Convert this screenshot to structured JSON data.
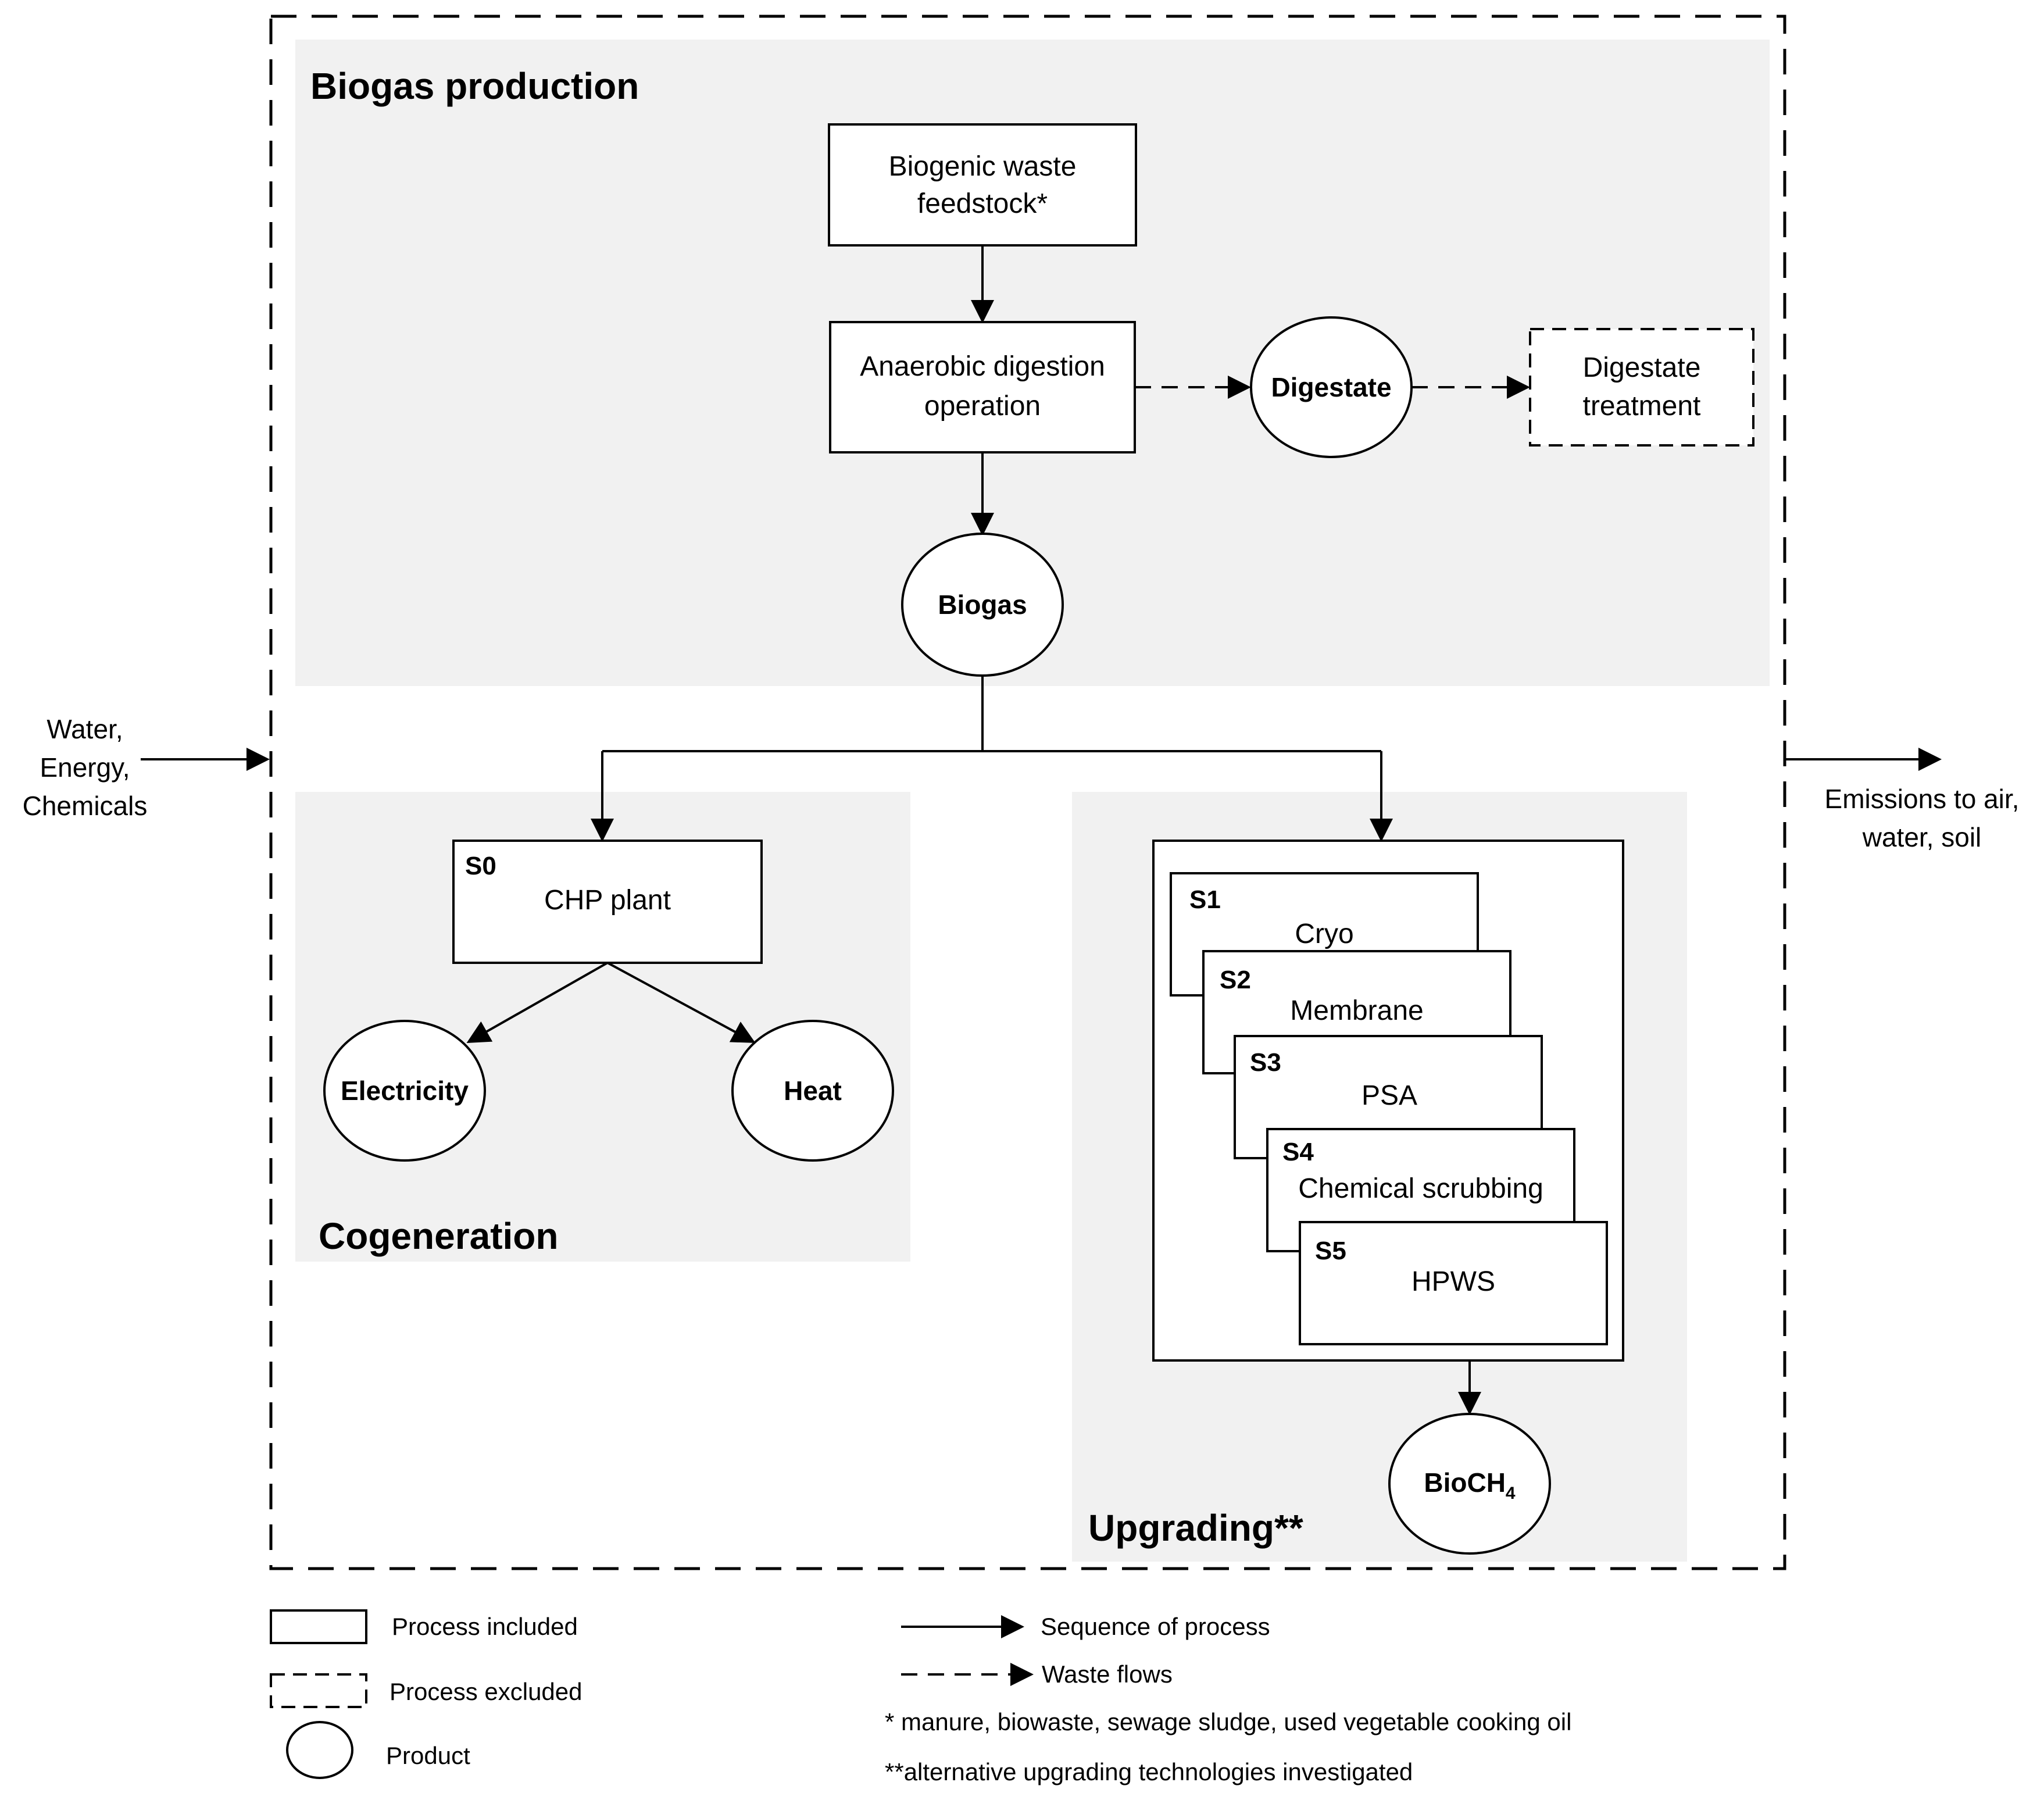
{
  "regions": {
    "biogas_production": "Biogas production",
    "cogeneration": "Cogeneration",
    "upgrading": "Upgrading**"
  },
  "nodes": {
    "feedstock": [
      "Biogenic waste",
      "feedstock*"
    ],
    "digestion": [
      "Anaerobic digestion",
      "operation"
    ],
    "digestate": "Digestate",
    "digestate_treatment": [
      "Digestate",
      "treatment"
    ],
    "biogas": "Biogas",
    "chp_id": "S0",
    "chp": "CHP plant",
    "electricity": "Electricity",
    "heat": "Heat",
    "biomethane": "BioCH",
    "biomethane_subscript": "4"
  },
  "scenarios": [
    {
      "id": "S1",
      "label": "Cryo"
    },
    {
      "id": "S2",
      "label": "Membrane"
    },
    {
      "id": "S3",
      "label": "PSA"
    },
    {
      "id": "S4",
      "label": "Chemical scrubbing"
    },
    {
      "id": "S5",
      "label": "HPWS"
    }
  ],
  "inputs": [
    "Water,",
    "Energy,",
    "Chemicals"
  ],
  "outputs": [
    "Emissions to air,",
    "water, soil"
  ],
  "legend": {
    "process_included": "Process included",
    "process_excluded": "Process excluded",
    "product": "Product",
    "sequence": "Sequence of process",
    "waste_flows": "Waste flows",
    "note1": "* manure, biowaste, sewage sludge, used vegetable cooking oil",
    "note2": "**alternative upgrading technologies investigated"
  },
  "colors": {
    "region_fill": "#f1f1f1",
    "stroke": "#000000"
  }
}
